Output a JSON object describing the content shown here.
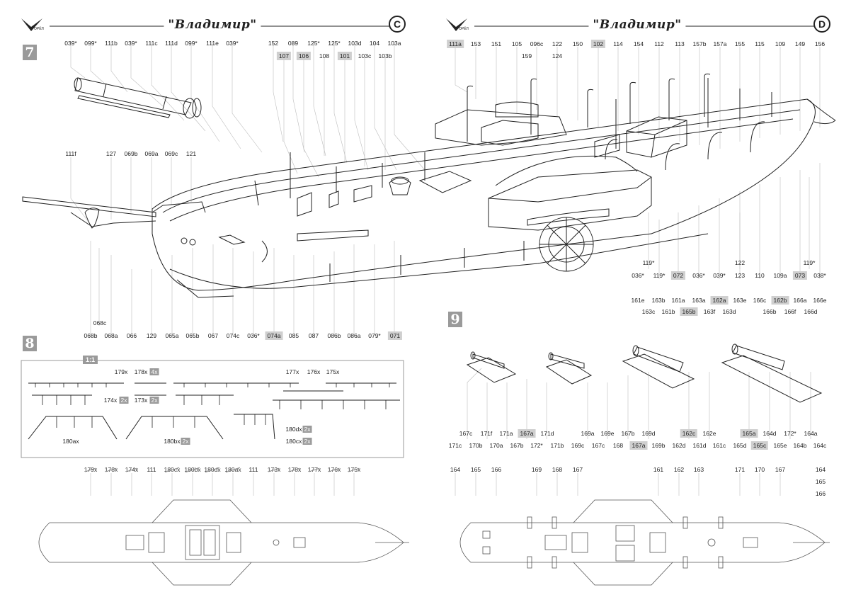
{
  "header": {
    "title_left": "\"Владимир\"",
    "title_right": "\"Владимир\"",
    "letter_left": "C",
    "letter_right": "D",
    "logo_text": "ОРЁЛ"
  },
  "steps": {
    "step7": "7",
    "step8": "8",
    "step9": "9"
  },
  "scale_badge": "1:1",
  "step7_top_row1": [
    "039*",
    "099*",
    "111b",
    "039*",
    "111c",
    "111d",
    "099*",
    "111e",
    "039*"
  ],
  "step7_top_row2a": [
    "152",
    "089",
    "125*",
    "125*",
    "103d",
    "104",
    "103a"
  ],
  "step7_top_row2b": [
    "107",
    "106",
    "108",
    "101",
    "103c",
    "103b"
  ],
  "step7_mid": [
    "111f",
    "127",
    "069b",
    "069a",
    "069c",
    "121"
  ],
  "step7_bottom_single": "068c",
  "step7_bottom": [
    "068b",
    "068a",
    "066",
    "129",
    "065a",
    "065b",
    "067",
    "074c",
    "036*",
    "074a",
    "085",
    "087",
    "086b",
    "086a",
    "079*",
    "071"
  ],
  "stepD_top_row1": [
    "111a",
    "153",
    "151",
    "105",
    "096c",
    "122",
    "150",
    "102",
    "114",
    "154",
    "112",
    "113",
    "157b",
    "157a",
    "155",
    "115",
    "109",
    "149",
    "156"
  ],
  "stepD_top_row2": [
    "159",
    "124"
  ],
  "stepD_right_row1": [
    "119*",
    "122",
    "119*"
  ],
  "stepD_right_row2": [
    "036*",
    "119*",
    "072",
    "036*",
    "039*",
    "123",
    "110",
    "109a",
    "073",
    "038*"
  ],
  "step9_row1": [
    "161e",
    "163b",
    "161a",
    "163a",
    "162a",
    "163e",
    "166c",
    "162b",
    "166a",
    "166e"
  ],
  "step9_row2": [
    "163c",
    "161b",
    "165b",
    "163f",
    "163d",
    "166b",
    "166f",
    "166d"
  ],
  "step9_bottom1": [
    "167c",
    "171f",
    "171a",
    "167a",
    "171d",
    "169a",
    "169e",
    "167b",
    "169d",
    "162c",
    "162e",
    "165a",
    "164d",
    "172*",
    "164a"
  ],
  "step9_bottom2": [
    "171c",
    "170b",
    "170a",
    "167b",
    "172*",
    "171b",
    "169c",
    "167c",
    "168",
    "167a",
    "169b",
    "162d",
    "161d",
    "161c",
    "165d",
    "165c",
    "165e",
    "164b",
    "164c"
  ],
  "step9_bottom3": [
    "164",
    "165",
    "166",
    "169",
    "168",
    "167",
    "161",
    "162",
    "163",
    "171",
    "170",
    "167",
    "164"
  ],
  "step9_extra": [
    "165",
    "166"
  ],
  "step8_labels": {
    "l179x": "179x",
    "l178x": "178x",
    "q4x": "4x",
    "l177x": "177x",
    "l176x": "176x",
    "l175x": "175x",
    "l174x": "174x",
    "q2x_a": "2x",
    "l173x": "173x",
    "q2x_b": "2x",
    "l180dx": "180dx",
    "q2x_c": "2x",
    "l180cx": "180cx",
    "q2x_d": "2x",
    "l180ax": "180ax",
    "l180bx": "180bx",
    "q2x_e": "2x"
  },
  "step8_bottom": [
    "179x",
    "178x",
    "174x",
    "111",
    "180cx",
    "180bx",
    "180dx",
    "180ax",
    "111",
    "173x",
    "178x",
    "177x",
    "176x",
    "175x"
  ],
  "colors": {
    "highlight": "#cfcfcf",
    "step_badge": "#9a9a9a",
    "line_art": "#222222",
    "leader": "#bbbbbb"
  }
}
